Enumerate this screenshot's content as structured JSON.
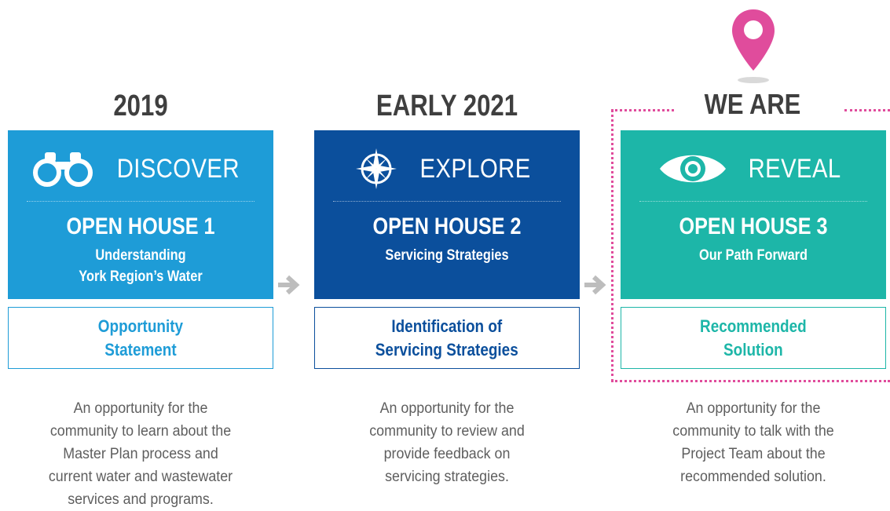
{
  "marker": {
    "label": "WE ARE HERE",
    "color": "#e04c9c"
  },
  "phases": [
    {
      "year": "2019",
      "name": "DISCOVER",
      "icon": "binoculars-icon",
      "color": "#1e9cd7",
      "open_house": "OPEN HOUSE 1",
      "subtitle": [
        "Understanding",
        "York Region’s Water"
      ],
      "outcome": [
        "Opportunity",
        "Statement"
      ],
      "description": [
        "An opportunity for the",
        "community to learn about the",
        "Master Plan process and",
        "current water and wastewater",
        "services and programs."
      ]
    },
    {
      "year": "EARLY 2021",
      "name": "EXPLORE",
      "icon": "compass-icon",
      "color": "#0b4f9c",
      "open_house": "OPEN HOUSE 2",
      "subtitle": [
        "Servicing Strategies"
      ],
      "outcome": [
        "Identification of",
        "Servicing Strategies"
      ],
      "description": [
        "An opportunity for the",
        "community to review and",
        "provide feedback on",
        "servicing strategies."
      ]
    },
    {
      "year": "",
      "name": "REVEAL",
      "icon": "eye-icon",
      "color": "#1db6a8",
      "open_house": "OPEN HOUSE 3",
      "subtitle": [
        "Our Path Forward"
      ],
      "outcome": [
        "Recommended",
        "Solution"
      ],
      "description": [
        "An opportunity for the",
        "community to talk with the",
        "Project Team about the",
        "recommended solution."
      ]
    }
  ]
}
